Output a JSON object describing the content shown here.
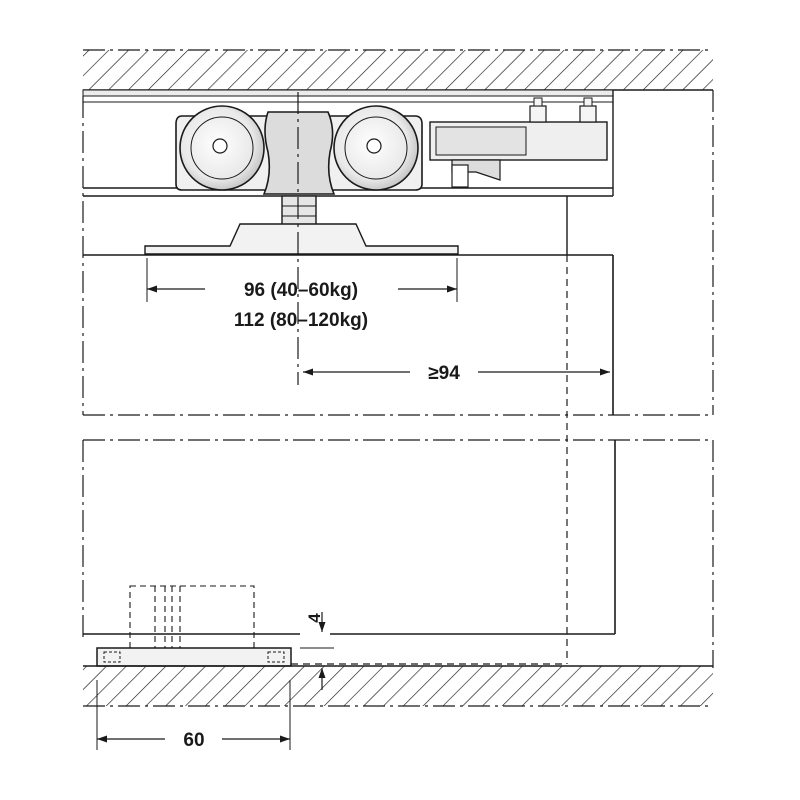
{
  "dimensions": {
    "rail_spacing_light": "96 (40–60kg)",
    "rail_spacing_heavy": "112 (80–120kg)",
    "min_offset": "≥94",
    "floor_gap": "4",
    "guide_width": "60"
  },
  "colors": {
    "line": "#1a1a1a",
    "hatch": "#1a1a1a",
    "part_fill": "#f2f2f2",
    "part_shade": "#d6d6d6",
    "background": "#ffffff"
  }
}
